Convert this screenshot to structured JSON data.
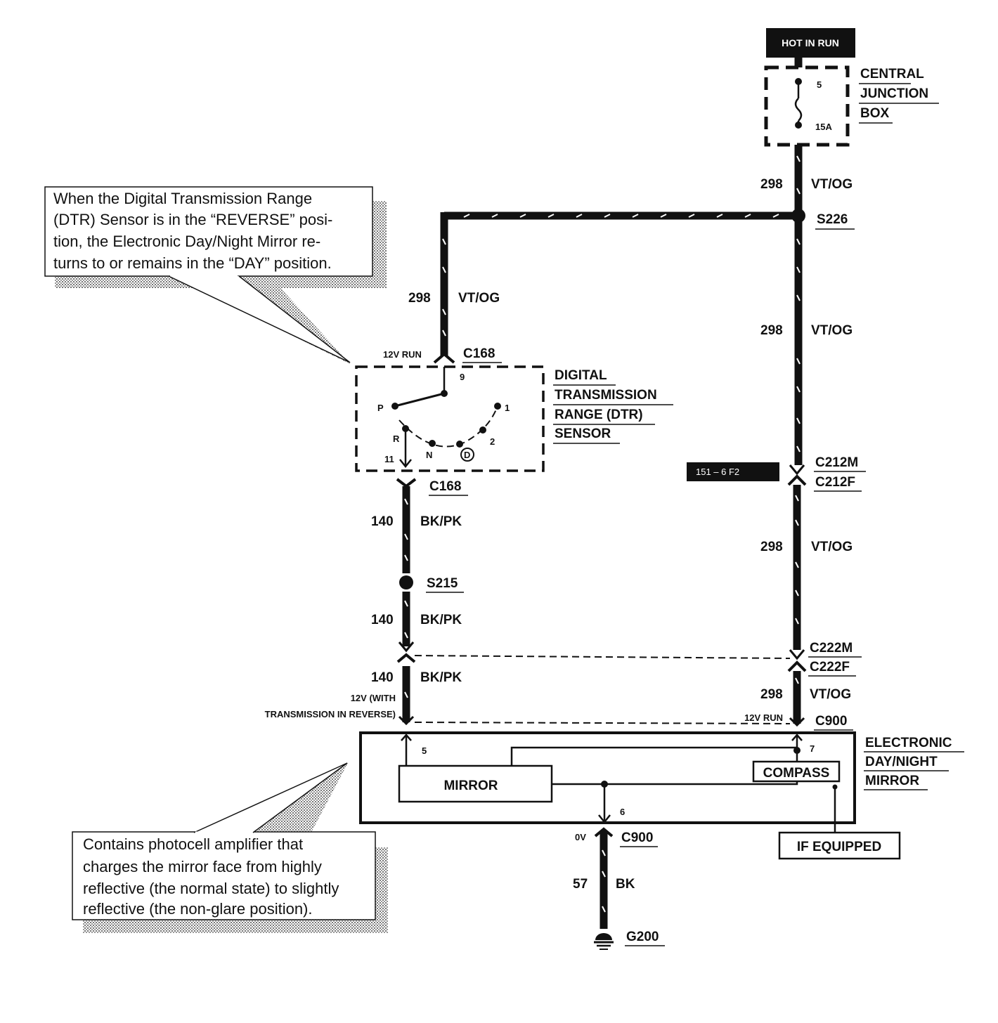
{
  "power": {
    "hot_in_run": "HOT IN RUN"
  },
  "junction_box": {
    "name_line1": "CENTRAL",
    "name_line2": "JUNCTION",
    "name_line3": "BOX",
    "fuse_number": "5",
    "fuse_rating": "15A"
  },
  "wires": {
    "w298": {
      "circuit": "298",
      "color": "VT/OG"
    },
    "w140": {
      "circuit": "140",
      "color": "BK/PK"
    },
    "w57": {
      "circuit": "57",
      "color": "BK"
    }
  },
  "splices": {
    "s226": "S226",
    "s215": "S215"
  },
  "connectors": {
    "c168": "C168",
    "c212m": "C212M",
    "c212f": "C212F",
    "c222m": "C222M",
    "c222f": "C222F",
    "c900": "C900"
  },
  "ref_tag": "151 – 6 F2",
  "dtr_sensor": {
    "name_line1": "DIGITAL",
    "name_line2": "TRANSMISSION",
    "name_line3": "RANGE (DTR)",
    "name_line4": "SENSOR",
    "supply_label": "12V RUN",
    "pin_in": "9",
    "pin_out": "11",
    "positions": {
      "p": "P",
      "r": "R",
      "n": "N",
      "d": "D",
      "two": "2",
      "one": "1"
    }
  },
  "mirror_module": {
    "name_line1": "ELECTRONIC",
    "name_line2": "DAY/NIGHT",
    "name_line3": "MIRROR",
    "mirror_label": "MIRROR",
    "compass_label": "COMPASS",
    "if_equipped": "IF EQUIPPED",
    "pin5": "5",
    "pin6": "6",
    "pin7": "7",
    "voltage_reverse_line1": "12V (WITH",
    "voltage_reverse_line2": "TRANSMISSION IN REVERSE)",
    "voltage_run": "12V RUN",
    "voltage_ground": "0V"
  },
  "ground": {
    "g200": "G200"
  },
  "callouts": {
    "dtr_note": [
      "When the Digital Transmission Range",
      "(DTR) Sensor is in the “REVERSE” posi-",
      "tion, the Electronic Day/Night Mirror re-",
      "turns to or remains in the “DAY” position."
    ],
    "mirror_note": [
      "Contains photocell amplifier that",
      "charges the mirror face from highly",
      "reflective (the normal state) to slightly",
      "reflective (the non-glare position)."
    ]
  }
}
